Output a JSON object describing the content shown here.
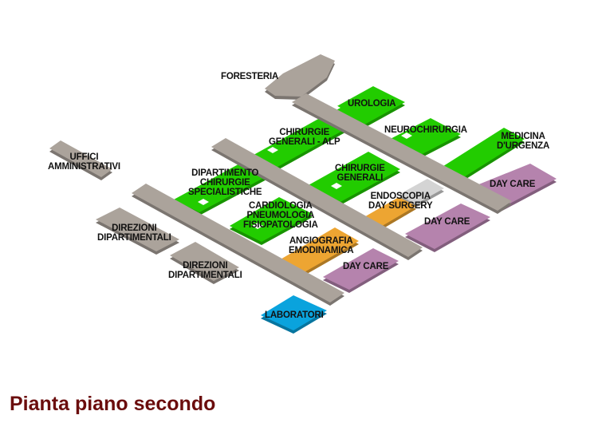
{
  "title": "Pianta piano secondo",
  "colors": {
    "corridor": "#aba39b",
    "ward": "#22cc00",
    "service": "#eda532",
    "day_care": "#b583ad",
    "laboratory": "#0aa3dd",
    "endoscopy": "#d4d4d4",
    "title": "#6b0d0d"
  },
  "areas": {
    "foresteria": [
      "FORESTERIA"
    ],
    "urologia": [
      "UROLOGIA"
    ],
    "neurochirurgia": [
      "NEUROCHIRURGIA"
    ],
    "medicina_urgenza": [
      "MEDICINA",
      "D'URGENZA"
    ],
    "chirurgie_alp": [
      "CHIRURGIE",
      "GENERALI - ALP"
    ],
    "uffici": [
      "UFFICI",
      "AMMINISTRATIVI"
    ],
    "dipartimento": [
      "DIPARTIMENTO",
      "CHIRURGIE",
      "SPECIALISTICHE"
    ],
    "chirurgie_generali": [
      "CHIRURGIE",
      "GENERALI"
    ],
    "endoscopia": [
      "ENDOSCOPIA",
      "DAY SURGERY"
    ],
    "day_care_1": [
      "DAY CARE"
    ],
    "cardiologia": [
      "CARDIOLOGIA",
      "PNEUMOLOGIA",
      "FISIOPATOLOGIA"
    ],
    "day_care_2": [
      "DAY CARE"
    ],
    "direzioni_1": [
      "DIREZIONI",
      "DIPARTIMENTALI"
    ],
    "angiografia": [
      "ANGIOGRAFIA",
      "EMODINAMICA"
    ],
    "direzioni_2": [
      "DIREZIONI",
      "DIPARTIMENTALI"
    ],
    "day_care_3": [
      "DAY CARE"
    ],
    "laboratori": [
      "LABORATORI"
    ]
  }
}
